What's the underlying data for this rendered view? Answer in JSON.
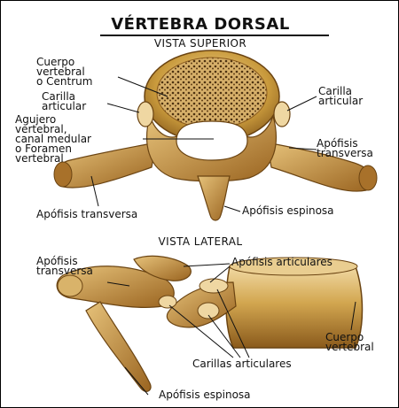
{
  "title": "VÉRTEBRA DORSAL",
  "views": {
    "superior": {
      "heading": "VISTA SUPERIOR",
      "labels": {
        "cuerpo": "Cuerpo\nvertebral\no Centrum",
        "carilla_left": "Carilla\narticular",
        "carilla_right": "Carilla\narticular",
        "agujero": "Agujero\nvertebral,\ncanal medular\no Foramen\nvertebral",
        "apofisis_transversa_right": "Apófisis\ntransversa",
        "apofisis_transversa_bottom": "Apófisis transversa",
        "apofisis_espinosa": "Apófisis espinosa"
      }
    },
    "lateral": {
      "heading": "VISTA LATERAL",
      "labels": {
        "apofisis_transversa": "Apófisis\ntransversa",
        "apofisis_articulares": "Apófisis articulares",
        "cuerpo": "Cuerpo\nvertebral",
        "carillas": "Carillas articulares",
        "apofisis_espinosa": "Apófisis espinosa"
      }
    }
  },
  "colors": {
    "bone": "#c99a3c",
    "bone_light": "#e8c987",
    "bone_dark": "#8a5a1c",
    "spongy": "#5a3a14",
    "ink": "#111111"
  }
}
